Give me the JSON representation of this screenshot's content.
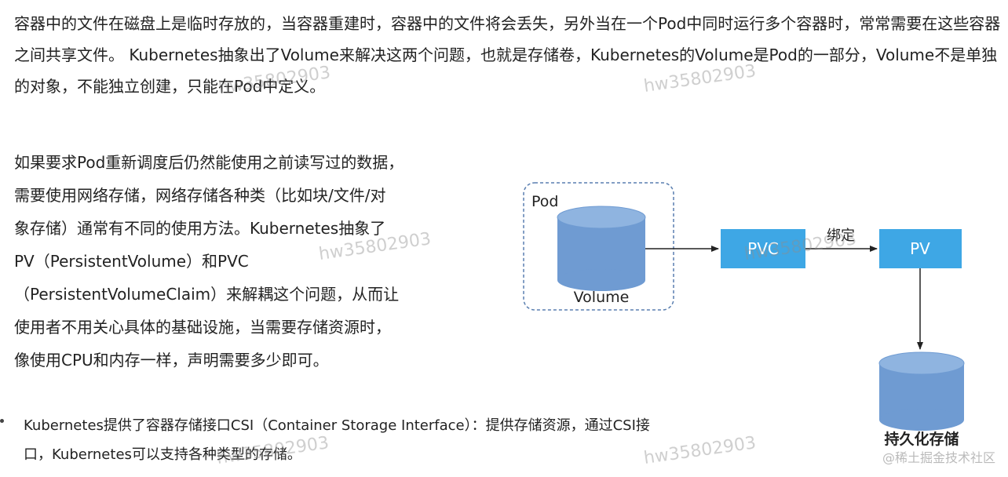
{
  "text": {
    "paragraph1": "容器中的文件在磁盘上是临时存放的，当容器重建时，容器中的文件将会丢失，另外当在一个Pod中同时运行多个容器时，常常需要在这些容器之间共享文件。 Kubernetes抽象出了Volume来解决这两个问题，也就是存储卷，Kubernetes的Volume是Pod的一部分，Volume不是单独的对象，不能独立创建，只能在Pod中定义。",
    "paragraph2_lines": [
      "如果要求Pod重新调度后仍然能使用之前读写过的数据，",
      "需要使用网络存储，网络存储各种类（比如块/文件/对",
      "象存储）通常有不同的使用方法。Kubernetes抽象了",
      "PV（PersistentVolume）和PVC",
      "（PersistentVolumeClaim）来解耦这个问题，从而让",
      "使用者不用关心具体的基础设施，当需要存储资源时，",
      "像使用CPU和内存一样，声明需要多少即可。"
    ],
    "bullet_lines": [
      "Kubernetes提供了容器存储接口CSI（Container Storage Interface）：提供存储资源，通过CSI接",
      "口，Kubernetes可以支持各种类型的存储。"
    ]
  },
  "diagram": {
    "pod_label": "Pod",
    "volume_label": "Volume",
    "pvc_label": "PVC",
    "bind_label": "绑定",
    "pv_label": "PV",
    "storage_label": "持久化存储",
    "colors": {
      "box_fill": "#3ea7e5",
      "cylinder_fill": "#6f9bd2",
      "cylinder_top": "#8fb4e0",
      "dashed_border": "#5a7fb0",
      "arrow": "#222222"
    }
  },
  "watermarks": {
    "user_id": "hw35802903",
    "footer": "@稀土掘金技术社区"
  }
}
